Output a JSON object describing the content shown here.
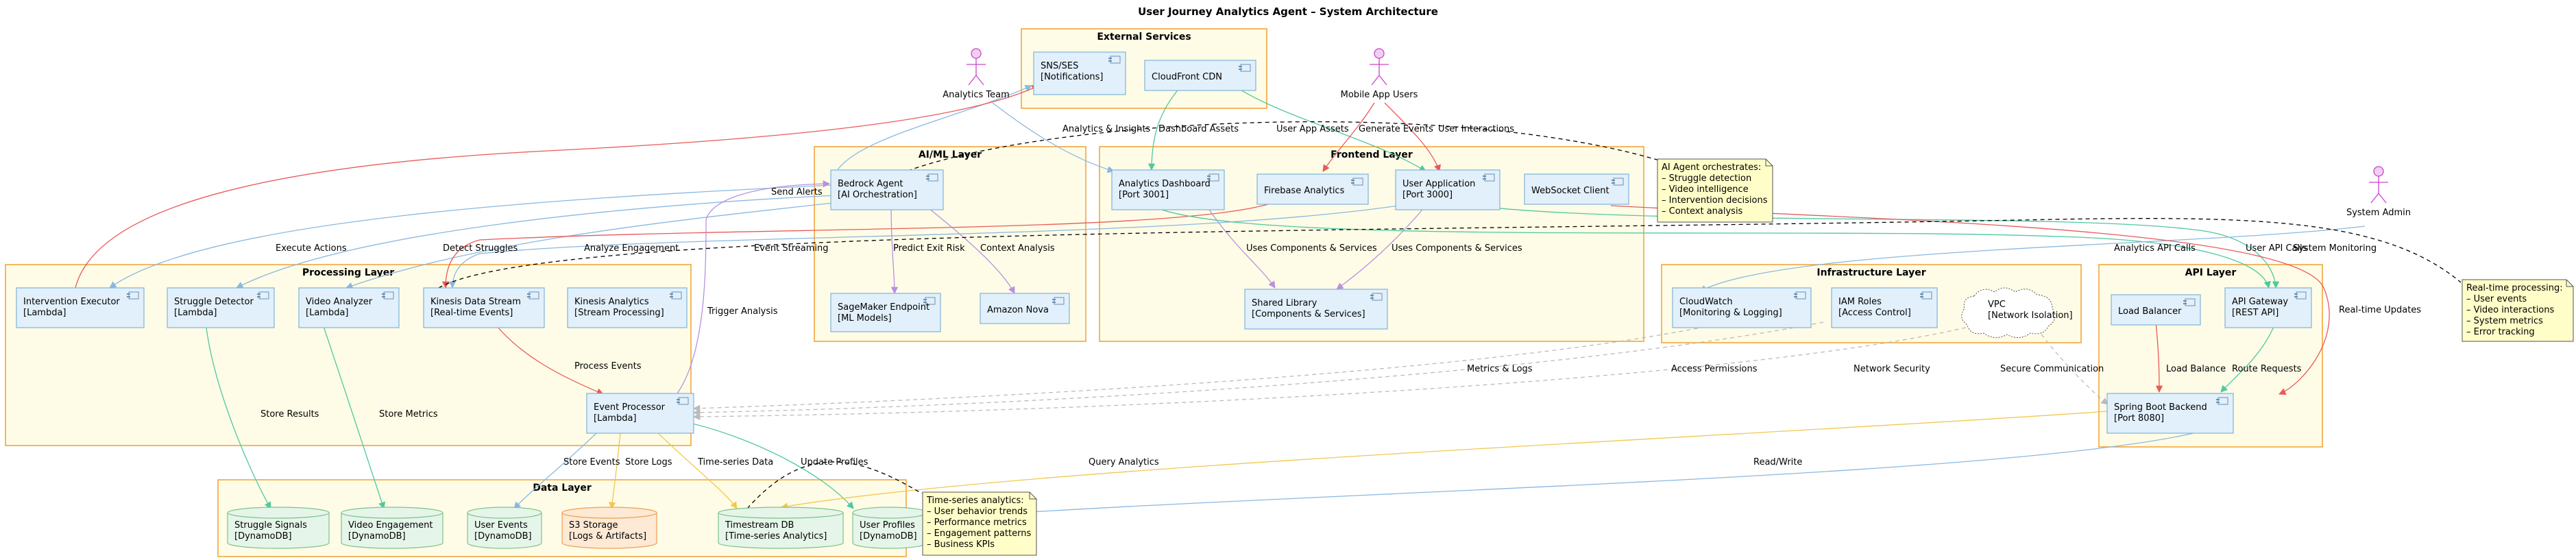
{
  "title": "User Journey Analytics Agent – System Architecture",
  "groups": {
    "external": "External Services",
    "aiml": "AI/ML Layer",
    "frontend": "Frontend Layer",
    "processing": "Processing Layer",
    "infra": "Infrastructure Layer",
    "api": "API Layer",
    "data": "Data Layer"
  },
  "actors": {
    "analytics_team": "Analytics Team",
    "mobile_users": "Mobile App Users",
    "system_admin": "System Admin"
  },
  "components": {
    "sns": [
      "SNS/SES",
      "[Notifications]"
    ],
    "cloudfront": [
      "CloudFront CDN"
    ],
    "bedrock": [
      "Bedrock Agent",
      "[AI Orchestration]"
    ],
    "sagemaker": [
      "SageMaker Endpoint",
      "[ML Models]"
    ],
    "nova": [
      "Amazon Nova"
    ],
    "dashboard": [
      "Analytics Dashboard",
      "[Port 3001]"
    ],
    "firebase": [
      "Firebase Analytics"
    ],
    "userapp": [
      "User Application",
      "[Port 3000]"
    ],
    "websocket": [
      "WebSocket Client"
    ],
    "shared": [
      "Shared Library",
      "[Components & Services]"
    ],
    "intervention": [
      "Intervention Executor",
      "[Lambda]"
    ],
    "struggle": [
      "Struggle Detector",
      "[Lambda]"
    ],
    "video": [
      "Video Analyzer",
      "[Lambda]"
    ],
    "kinesis_stream": [
      "Kinesis Data Stream",
      "[Real-time Events]"
    ],
    "kinesis_analytics": [
      "Kinesis Analytics",
      "[Stream Processing]"
    ],
    "event_processor": [
      "Event Processor",
      "[Lambda]"
    ],
    "cloudwatch": [
      "CloudWatch",
      "[Monitoring & Logging]"
    ],
    "iam": [
      "IAM Roles",
      "[Access Control]"
    ],
    "vpc": [
      "VPC",
      "[Network Isolation]"
    ],
    "lb": [
      "Load Balancer"
    ],
    "apigw": [
      "API Gateway",
      "[REST API]"
    ],
    "springboot": [
      "Spring Boot Backend",
      "[Port 8080]"
    ],
    "db_struggle": [
      "Struggle Signals",
      "[DynamoDB]"
    ],
    "db_video": [
      "Video Engagement",
      "[DynamoDB]"
    ],
    "db_events": [
      "User Events",
      "[DynamoDB]"
    ],
    "s3": [
      "S3 Storage",
      "[Logs & Artifacts]"
    ],
    "timestream": [
      "Timestream DB",
      "[Time-series Analytics]"
    ],
    "db_profiles": [
      "User Profiles",
      "[DynamoDB]"
    ]
  },
  "edges": {
    "analytics_insights": "Analytics & Insights",
    "dashboard_assets": "Dashboard Assets",
    "user_app_assets": "User App Assets",
    "generate_events": "Generate Events",
    "user_interactions": "User Interactions",
    "send_alerts": "Send Alerts",
    "execute_actions": "Execute Actions",
    "detect_struggles": "Detect Struggles",
    "analyze_engagement": "Analyze Engagement",
    "event_streaming": "Event Streaming",
    "predict_exit_risk": "Predict Exit Risk",
    "context_analysis": "Context Analysis",
    "uses_components_1": "Uses Components & Services",
    "uses_components_2": "Uses Components & Services",
    "analytics_api_calls": "Analytics API Calls",
    "user_api_calls": "User API Calls",
    "system_monitoring": "System Monitoring",
    "trigger_analysis": "Trigger Analysis",
    "process_events": "Process Events",
    "store_results": "Store Results",
    "store_metrics": "Store Metrics",
    "metrics_logs": "Metrics & Logs",
    "access_permissions": "Access Permissions",
    "network_security": "Network Security",
    "secure_communication": "Secure Communication",
    "load_balance": "Load Balance",
    "route_requests": "Route Requests",
    "realtime_updates": "Real-time Updates",
    "store_events": "Store Events",
    "store_logs": "Store Logs",
    "timeseries_data": "Time-series Data",
    "update_profiles": "Update Profiles",
    "query_analytics": "Query Analytics",
    "read_write": "Read/Write"
  },
  "notes": {
    "ai": [
      "AI Agent orchestrates:",
      "– Struggle detection",
      "– Video intelligence",
      "– Intervention decisions",
      "– Context analysis"
    ],
    "realtime": [
      "Real-time processing:",
      "– User events",
      "– Video interactions",
      "– System metrics",
      "– Error tracking"
    ],
    "timeseries": [
      "Time-series analytics:",
      "– User behavior trends",
      "– Performance metrics",
      "– Engagement patterns",
      "– Business KPIs"
    ]
  },
  "colors": {
    "group_fill": "#fefce6",
    "group_stroke": "#f0a030",
    "component_fill": "#e2f0fb",
    "component_stroke": "#7fb3d8",
    "db_fill": "#e6f5e9",
    "db_stroke": "#7cc38a",
    "s3_fill": "#fde9d4",
    "s3_stroke": "#f0a050",
    "note_fill": "#fffdc8",
    "actor": "#cc44cc",
    "edge_blue": "#8ab8e0",
    "edge_green": "#50c8a0",
    "edge_red": "#e85a5a",
    "edge_purple": "#b890e0",
    "edge_yellow": "#f0c850",
    "edge_gray": "#bbbbbb"
  }
}
